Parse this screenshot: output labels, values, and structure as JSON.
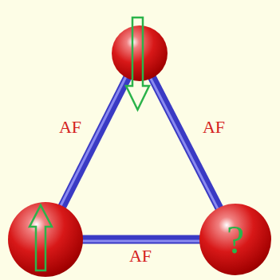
{
  "diagram": {
    "nodes": [
      {
        "text": []
      },
      {
        "text": []
      },
      {
        "text": [
          "?"
        ]
      }
    ],
    "edges": [
      {
        "from": 0,
        "to": 1,
        "label": "AF",
        "arrow": "none"
      },
      {
        "from": 0,
        "to": 2,
        "label": "AF",
        "arrow": "none"
      },
      {
        "from": 1,
        "to": 2,
        "label": "AF",
        "arrow": "none"
      }
    ]
  }
}
